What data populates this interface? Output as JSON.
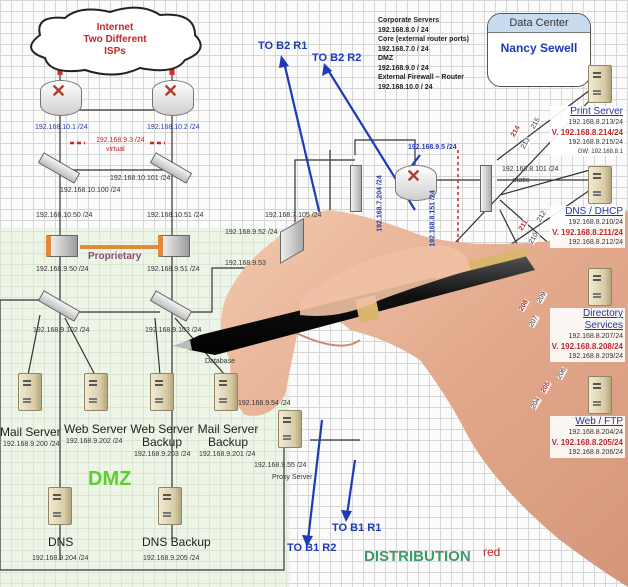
{
  "internet": {
    "line1": "Internet",
    "line2": "Two Different",
    "line3": "ISPs"
  },
  "edge": {
    "router1_ip": "192.168.10.1 /24",
    "router2_ip": "192.168.10.2 /24",
    "virtual_ip": "192.168.9.3 /24",
    "virtual_label": "virtual",
    "switch1_ip": "192.168.10.100 /24",
    "switch2_ip": "192.168.10.101 /24",
    "fw1_outer": "192.168.10.50 /24",
    "fw2_outer": "192.168.10.51 /24",
    "fw1_inner": "192.168.9.50 /24",
    "fw2_inner": "192.168.9.51 /24",
    "proprietary": "Proprietary",
    "dmz_switch1_ip": "192.168.9.102 /24",
    "dmz_switch2_ip": "192.168.9.103 /24"
  },
  "dmz": {
    "title": "DMZ",
    "servers": [
      {
        "name": "Mail Server",
        "ip": "192.168.9.200 /24"
      },
      {
        "name": "Web Server",
        "ip": "192.168.9.202 /24"
      },
      {
        "name": "Web Server Backup",
        "ip": "192.168.9.203 /24"
      },
      {
        "name": "Mail Server Backup",
        "ip": "192.168.9.201 /24"
      },
      {
        "name": "DNS",
        "ip": "192.168.9.204 /24"
      },
      {
        "name": "DNS Backup",
        "ip": "192.168.9.205 /24"
      }
    ]
  },
  "core": {
    "ip_7_105": "192.168.7.105 /24",
    "ip_9_52": "192.168.9.52 /24",
    "ip_9_53": "192.168.9.53",
    "database": "Database",
    "ip_9_54": "192.168.9.54 /24",
    "ip_9_55": "192.168.9.55 /24",
    "proxy": "Proxy Server",
    "router_ip": "192.168.9.5 /24",
    "ip_7_204": "192.168.7.204 /24",
    "ip_8_151": "192.168.8.151 /24",
    "ip_8_101": "192.168.8.101 /24",
    "static": "static"
  },
  "arrows": {
    "b2r1": "TO B2 R1",
    "b2r2": "TO B2 R2",
    "b1r1": "TO B1 R1",
    "b1r2": "TO B1 R2"
  },
  "legend": [
    "Corporate Servers",
    "192.168.8.0 / 24",
    "Core (external router ports)",
    "192.168.7.0 / 24",
    "DMZ",
    "192.168.9.0 / 24",
    "External Firewall – Router",
    "192.168.10.0 / 24"
  ],
  "datacenter": {
    "title": "Data Center",
    "name": "Nancy Sewell"
  },
  "corp_servers": [
    {
      "name": "Print Server",
      "ip1": "192.168.8.213/24",
      "vip": "V. 192.168.8.214/24",
      "ip2": "192.168.8.215/24",
      "gw": "GW: 192.168.8.1",
      "links": [
        "213",
        "214",
        "215"
      ]
    },
    {
      "name": "DNS / DHCP",
      "ip1": "192.168.8.210/24",
      "vip": "V. 192.168.8.211/24",
      "ip2": "192.168.8.212/24",
      "links": [
        "210",
        "211",
        "212"
      ]
    },
    {
      "name": "Directory Services",
      "ip1": "192.168.8.207/24",
      "vip": "V. 192.168.8.208/24",
      "ip2": "192.168.8.209/24",
      "links": [
        "207",
        "208",
        "209"
      ]
    },
    {
      "name": "Web / FTP",
      "ip1": "192.168.8.204/24",
      "vip": "V. 192.168.8.205/24",
      "ip2": "192.168.8.206/24",
      "links": [
        "204",
        "205",
        "206"
      ]
    }
  ],
  "distribution": "DISTRIBUTION",
  "red_note": "red"
}
